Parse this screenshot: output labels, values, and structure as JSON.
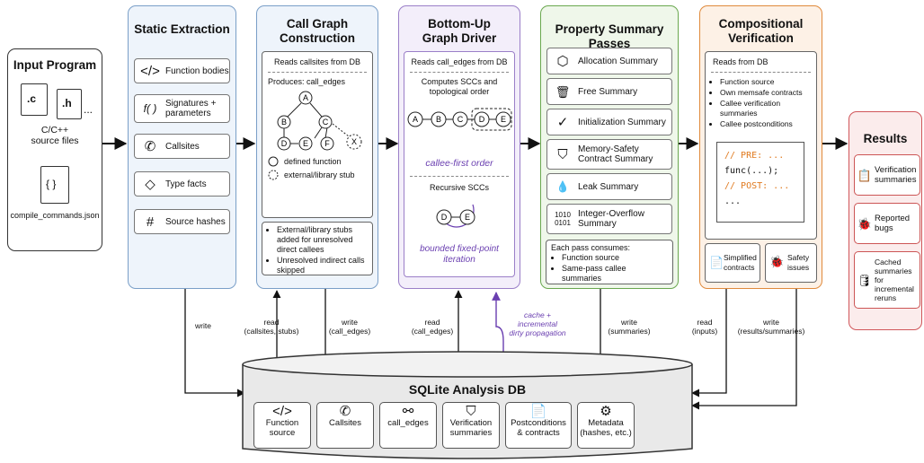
{
  "colors": {
    "blue": "#eef4fb",
    "blue_border": "#7a9fc8",
    "purple": "#f3eefa",
    "purple_border": "#9b7fc8",
    "green": "#eff7ea",
    "green_border": "#6aa84f",
    "orange": "#fdf1e6",
    "orange_border": "#e08a3c",
    "red": "#fbecec",
    "red_border": "#d0565a",
    "db": "#e9e9e9"
  },
  "input": {
    "title": "Input Program",
    "file_c": ".c",
    "file_h": ".h",
    "more": "...",
    "sources_label": "C/C++\nsource files",
    "json_icon": "{ }",
    "json_label": "compile_commands.json"
  },
  "static": {
    "title": "Static Extraction",
    "items": [
      {
        "icon": "</>",
        "label": "Function bodies"
      },
      {
        "icon": "f( )",
        "label": "Signatures +\nparameters"
      },
      {
        "icon": "✆",
        "label": "Callsites"
      },
      {
        "icon": "◇",
        "label": "Type facts"
      },
      {
        "icon": "#",
        "label": "Source hashes"
      }
    ]
  },
  "callgraph": {
    "title": "Call Graph\nConstruction",
    "reads": "Reads callsites from DB",
    "produces": "Produces: call_edges",
    "nodes": [
      "A",
      "B",
      "C",
      "D",
      "E",
      "F",
      "X"
    ],
    "legend_defined": "defined function",
    "legend_external": "external/library stub",
    "bullets": [
      "External/library stubs added for unresolved direct callees",
      "Unresolved indirect calls skipped"
    ]
  },
  "driver": {
    "title": "Bottom-Up\nGraph Driver",
    "reads": "Reads call_edges from DB",
    "computes": "Computes SCCs and\ntopological order",
    "chain": [
      "A",
      "B",
      "C",
      "D",
      "E"
    ],
    "order_label": "callee-first order",
    "recursive": "Recursive SCCs",
    "rec_nodes": [
      "D",
      "E"
    ],
    "fixed_point": "bounded fixed-point\niteration"
  },
  "passes": {
    "title": "Property Summary Passes",
    "items": [
      {
        "icon": "⬡",
        "label": "Allocation Summary"
      },
      {
        "icon": "🗑",
        "label": "Free Summary"
      },
      {
        "icon": "✓",
        "label": "Initialization Summary"
      },
      {
        "icon": "⛉",
        "label": "Memory-Safety\nContract Summary"
      },
      {
        "icon": "💧",
        "label": "Leak Summary"
      },
      {
        "icon": "1010\n0101",
        "label": "Integer-Overflow\nSummary"
      }
    ],
    "consumes_head": "Each pass consumes:",
    "consumes": [
      "Function source",
      "Same-pass callee summaries"
    ]
  },
  "verify": {
    "title": "Compositional\nVerification",
    "reads": "Reads from DB",
    "bullets": [
      "Function source",
      "Own memsafe contracts",
      "Callee verification summaries",
      "Callee postconditions"
    ],
    "code": [
      "// PRE: ...",
      "func(...);",
      "// POST: ...",
      "..."
    ],
    "out1": "Simplified\ncontracts",
    "out2": "Safety\nissues"
  },
  "results": {
    "title": "Results",
    "items": [
      {
        "icon": "📋",
        "label": "Verification\nsummaries"
      },
      {
        "icon": "🐞",
        "label": "Reported\nbugs"
      },
      {
        "icon": "🛢",
        "label": "Cached\nsummaries for\nincremental\nreruns"
      }
    ]
  },
  "edges": {
    "write1": "write",
    "read1": "read\n(callsites, stubs)",
    "write2": "write\n(call_edges)",
    "read2": "read\n(call_edges)",
    "cache": "cache +\nincremental\ndirty propagation",
    "write3": "write\n(summaries)",
    "read3": "read\n(inputs)",
    "write4": "write\n(results/summaries)"
  },
  "db": {
    "title": "SQLite Analysis DB",
    "chips": [
      {
        "icon": "</>",
        "label": "Function\nsource"
      },
      {
        "icon": "✆",
        "label": "Callsites"
      },
      {
        "icon": "⚯",
        "label": "call_edges"
      },
      {
        "icon": "⛉",
        "label": "Verification\nsummaries"
      },
      {
        "icon": "📄",
        "label": "Postconditions\n& contracts"
      },
      {
        "icon": "⚙",
        "label": "Metadata\n(hashes, etc.)"
      }
    ]
  }
}
